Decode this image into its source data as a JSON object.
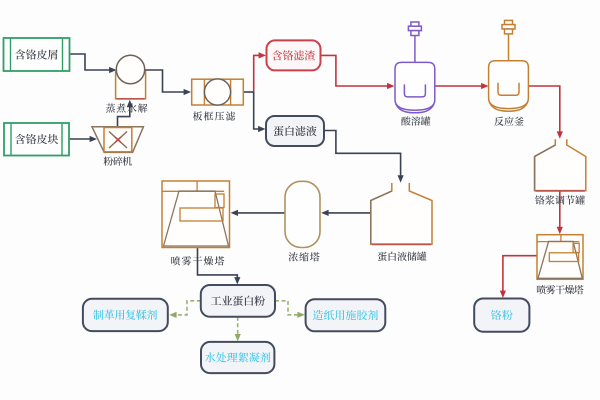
{
  "diagram": {
    "type": "process-flow-diagram",
    "language": "zh-CN",
    "nodes": {
      "raw_scrap": {
        "label": "含铬皮屑"
      },
      "raw_chunk": {
        "label": "含铬皮块"
      },
      "cooking": {
        "label": "蒸煮水解"
      },
      "crusher": {
        "label": "粉碎机"
      },
      "filter_press": {
        "label": "板框压滤"
      },
      "residue": {
        "label": "含铬滤渣"
      },
      "filtrate": {
        "label": "蛋白滤液"
      },
      "acid_tank": {
        "label": "酸溶罐"
      },
      "reactor": {
        "label": "反应釜"
      },
      "slurry_tank": {
        "label": "铬浆调节罐"
      },
      "dryer_right": {
        "label": "喷雾干燥塔"
      },
      "chrome_powder": {
        "label": "铬粉"
      },
      "storage_tank": {
        "label": "蛋白液储罐"
      },
      "concentrator": {
        "label": "浓缩塔"
      },
      "dryer_left": {
        "label": "喷雾干燥塔"
      },
      "protein": {
        "label": "工业蛋白粉"
      },
      "retanning": {
        "label": "制革用复鞣剂"
      },
      "flocculant": {
        "label": "水处理絮凝剂"
      },
      "sizing": {
        "label": "造纸用施胶剂"
      }
    },
    "edges": [
      {
        "from": "raw_scrap",
        "to": "cooking",
        "style": "solid",
        "color": "dark"
      },
      {
        "from": "raw_chunk",
        "to": "crusher",
        "style": "solid",
        "color": "dark"
      },
      {
        "from": "crusher",
        "to": "cooking",
        "style": "solid",
        "color": "dark"
      },
      {
        "from": "cooking",
        "to": "filter_press",
        "style": "solid",
        "color": "dark"
      },
      {
        "from": "filter_press",
        "to": "residue",
        "style": "solid",
        "color": "red"
      },
      {
        "from": "filter_press",
        "to": "filtrate",
        "style": "solid",
        "color": "dark"
      },
      {
        "from": "residue",
        "to": "acid_tank",
        "style": "solid",
        "color": "red"
      },
      {
        "from": "acid_tank",
        "to": "reactor",
        "style": "solid",
        "color": "red"
      },
      {
        "from": "reactor",
        "to": "slurry_tank",
        "style": "solid",
        "color": "red"
      },
      {
        "from": "slurry_tank",
        "to": "dryer_right",
        "style": "solid",
        "color": "red"
      },
      {
        "from": "dryer_right",
        "to": "chrome_powder",
        "style": "solid",
        "color": "red"
      },
      {
        "from": "filtrate",
        "to": "storage_tank",
        "style": "solid",
        "color": "dark"
      },
      {
        "from": "storage_tank",
        "to": "concentrator",
        "style": "solid",
        "color": "dark"
      },
      {
        "from": "concentrator",
        "to": "dryer_left",
        "style": "solid",
        "color": "dark"
      },
      {
        "from": "dryer_left",
        "to": "protein",
        "style": "solid",
        "color": "dark"
      },
      {
        "from": "protein",
        "to": "retanning",
        "style": "dashed",
        "color": "green"
      },
      {
        "from": "protein",
        "to": "flocculant",
        "style": "dashed",
        "color": "green"
      },
      {
        "from": "protein",
        "to": "sizing",
        "style": "dashed",
        "color": "green"
      }
    ],
    "colors": {
      "flow_dark": "#3b4254",
      "flow_red": "#c2333e",
      "flow_dashed_green": "#9eb178",
      "equipment_orange": "#c48032",
      "vessel_purple": "#7c5bc7",
      "input_box_green": "#2f9e68",
      "residue_red": "#c8414d",
      "product_text_cyan": "#43c6e6",
      "box_border_slate": "#434b5e"
    }
  }
}
